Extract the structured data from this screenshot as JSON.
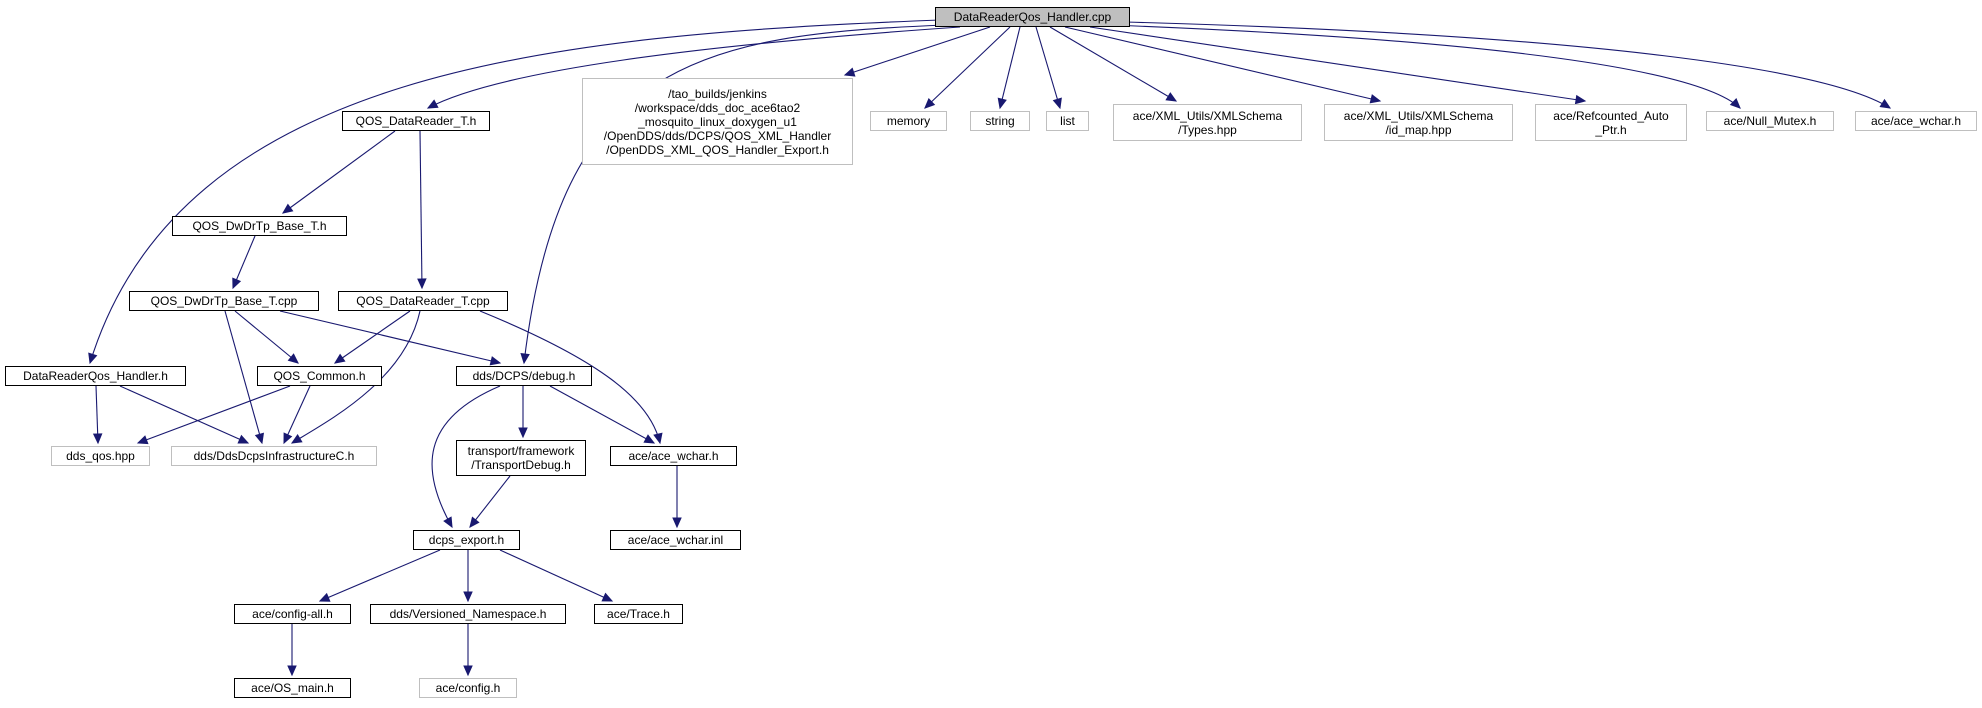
{
  "colors": {
    "edge": "#191970",
    "root_fill": "#bfbfbf",
    "local_border": "#000000",
    "external_border": "#bfbfbf"
  },
  "nodes": {
    "root": "DataReaderQos_Handler.cpp",
    "qos_datareader_t_h": "QOS_DataReader_T.h",
    "qos_dwdrtp_base_t_h": "QOS_DwDrTp_Base_T.h",
    "qos_dwdrtp_base_t_cpp": "QOS_DwDrTp_Base_T.cpp",
    "qos_datareader_t_cpp": "QOS_DataReader_T.cpp",
    "datareaderqos_handler_h": "DataReaderQos_Handler.h",
    "qos_common_h": "QOS_Common.h",
    "dcps_debug_h": "dds/DCPS/debug.h",
    "dds_qos_hpp": "dds_qos.hpp",
    "dds_infra_c_h": "dds/DdsDcpsInfrastructureC.h",
    "transport_debug_h": "transport/framework\n/TransportDebug.h",
    "ace_wchar_h_mid": "ace/ace_wchar.h",
    "ace_wchar_inl": "ace/ace_wchar.inl",
    "dcps_export_h": "dcps_export.h",
    "ace_config_all_h": "ace/config-all.h",
    "dds_versioned_namespace_h": "dds/Versioned_Namespace.h",
    "ace_trace_h": "ace/Trace.h",
    "ace_os_main_h": "ace/OS_main.h",
    "ace_config_h": "ace/config.h",
    "export_header_path": "/tao_builds/jenkins\n/workspace/dds_doc_ace6tao2\n_mosquito_linux_doxygen_u1\n/OpenDDS/dds/DCPS/QOS_XML_Handler\n/OpenDDS_XML_QOS_Handler_Export.h",
    "memory": "memory",
    "string": "string",
    "list": "list",
    "xml_types_hpp": "ace/XML_Utils/XMLSchema\n/Types.hpp",
    "xml_id_map_hpp": "ace/XML_Utils/XMLSchema\n/id_map.hpp",
    "refcounted_auto_ptr_h": "ace/Refcounted_Auto\n_Ptr.h",
    "null_mutex_h": "ace/Null_Mutex.h",
    "ace_wchar_h_top": "ace/ace_wchar.h"
  }
}
